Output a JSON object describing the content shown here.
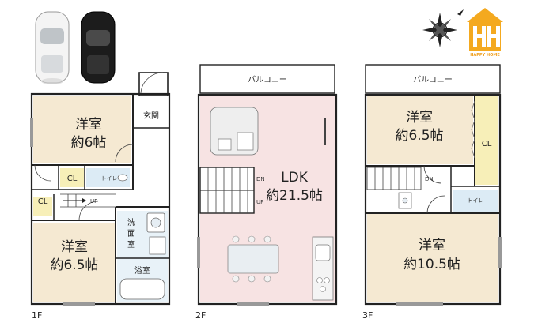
{
  "colors": {
    "yoshitsu": "#f5e9d2",
    "ldk": "#f7e3e3",
    "closet": "#f7efb8",
    "toilet": "#dcebf5",
    "wet": "#e8f2f8",
    "logo": "#f4a91f"
  },
  "icons": [
    "car-white-icon",
    "car-black-icon",
    "compass-rose-icon",
    "happy-home-logo-icon"
  ],
  "logo": {
    "brand": "HAPPY HOME"
  },
  "floor1": {
    "label": "1F",
    "room_a": {
      "name": "洋室",
      "size": "約6帖"
    },
    "room_b": {
      "name": "洋室",
      "size": "約6.5帖"
    },
    "genkan": "玄関",
    "closet1": "CL",
    "closet2": "CL",
    "toilet": "トイレ",
    "up": "UP",
    "senmen_line1": "洗",
    "senmen_line2": "面",
    "senmen_line3": "室",
    "bath": "浴室"
  },
  "floor2": {
    "label": "2F",
    "balcony": "バルコニー",
    "ldk": "LDK",
    "ldk_size": "約21.5帖",
    "dn": "DN",
    "up": "UP"
  },
  "floor3": {
    "label": "3F",
    "balcony": "バルコニー",
    "room_a": {
      "name": "洋室",
      "size": "約6.5帖"
    },
    "room_b": {
      "name": "洋室",
      "size": "約10.5帖"
    },
    "closet": "CL",
    "toilet": "トイレ",
    "dn": "DN"
  }
}
